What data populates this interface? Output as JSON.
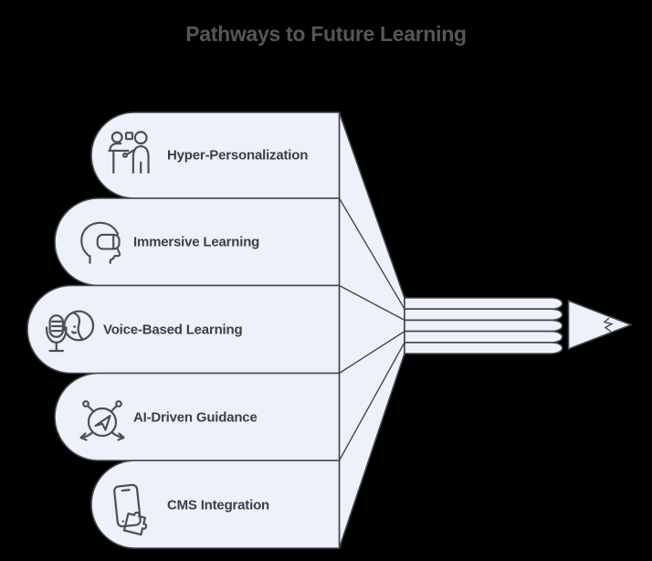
{
  "title": "Pathways to Future Learning",
  "items": [
    {
      "label": "Hyper-Personalization",
      "icon": "presenter-audience-icon"
    },
    {
      "label": "Immersive Learning",
      "icon": "vr-headset-icon"
    },
    {
      "label": "Voice-Based Learning",
      "icon": "microphone-face-icon"
    },
    {
      "label": "AI-Driven Guidance",
      "icon": "network-navigation-icon"
    },
    {
      "label": "CMS Integration",
      "icon": "phone-puzzle-icon"
    }
  ],
  "pencil_motif": "five bars converge into a pencil pointing right",
  "colors": {
    "panel_fill": "#edf1fc",
    "line": "#44474e",
    "icon_line": "#4c4f56",
    "title_text": "#55565a",
    "label_text": "#3b3f45",
    "background": "#000000"
  }
}
